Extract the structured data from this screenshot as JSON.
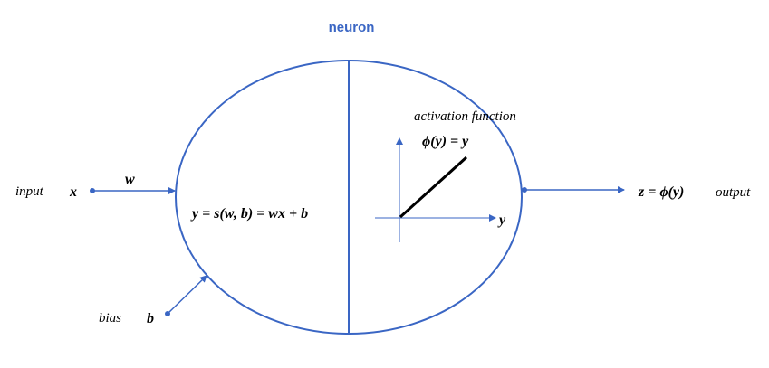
{
  "diagram": {
    "title": "neuron",
    "input_label": "input",
    "input_var": "x",
    "weight_var": "w",
    "bias_label": "bias",
    "bias_var": "b",
    "sum_equation": "y = s(w, b) = wx + b",
    "activation_label": "activation function",
    "activation_equation": "ϕ(y) = y",
    "axis_var": "y",
    "output_equation": "z = ϕ(y)",
    "output_label": "output"
  },
  "colors": {
    "line": "#3a66c4",
    "text": "#000000"
  }
}
